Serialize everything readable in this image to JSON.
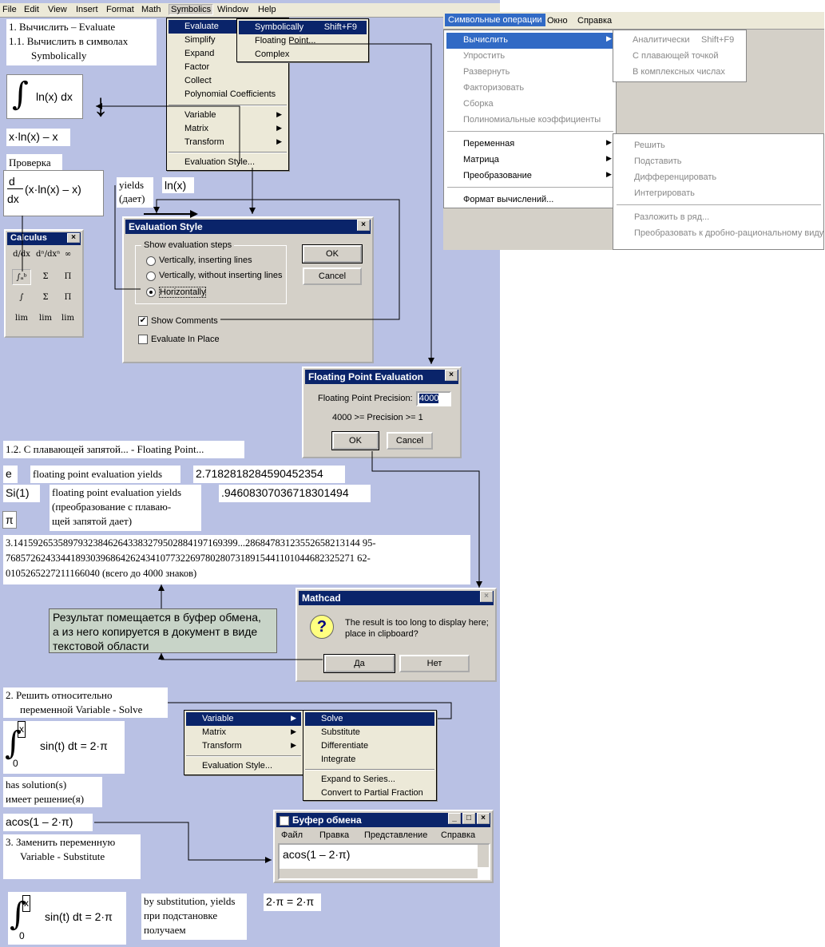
{
  "menubar": {
    "items": [
      "File",
      "Edit",
      "View",
      "Insert",
      "Format",
      "Math",
      "Symbolics",
      "Window",
      "Help"
    ]
  },
  "texts": {
    "h1": "1. Вычислить – Evaluate",
    "h11": "1.1. Вычислить в символах",
    "h11b": "Symbolically",
    "expr1": "ln(x) dx",
    "res1": "x·ln(x) – x",
    "check": "Проверка",
    "deriv": "(x·ln(x) – x)",
    "yields": "yields",
    "yields_ru": "(дает)",
    "lnx": "ln(x)",
    "h12": "1.2. С плавающей запятой... - Floating Point...",
    "e": "e",
    "fpe_yields": "floating point evaluation yields",
    "e_val": "2.7182818284590452354",
    "si": "Si(1)",
    "fpe2": "floating point evaluation yields",
    "fpe2_ru1": "(преобразование с плаваю-",
    "fpe2_ru2": "щей запятой дает)",
    "si_val": ".94608307036718301494",
    "pi": "π",
    "pi1": "3.141592653589793238462643383279502884197169399...28684783123552658213144 95-",
    "pi2": "7685726243344189303968642624341077322697802807318915441101044682325271 62-",
    "pi3": "0105265227211166040 (всего до 4000 знаков)",
    "note1": "Результат помещается в буфер обмена,",
    "note2": "а из него копируется в документ в виде",
    "note3": "текстовой области",
    "h2a": "2. Решить относительно",
    "h2b": "переменной Variable - Solve",
    "solve_expr": "sin(t) dt = 2·π",
    "has_sol": "has solution(s)",
    "has_sol_ru": "имеет решение(я)",
    "acos": "acos(1 – 2·π)",
    "h3a": "3. Заменить переменную",
    "h3b": "Variable - Substitute",
    "subs_expr": "sin(t) dt = 2·π",
    "bysub": "by substitution, yields",
    "bysub_ru1": "при подстановке",
    "bysub_ru2": "получаем",
    "subs_res": "2·π = 2·π",
    "lim_x": "x",
    "lim_0": "0"
  },
  "sym_menu": {
    "items": [
      "Evaluate",
      "Simplify",
      "Expand",
      "Factor",
      "Collect",
      "Polynomial Coefficients",
      "Variable",
      "Matrix",
      "Transform",
      "Evaluation Style..."
    ]
  },
  "eval_sub": {
    "items": [
      "Symbolically",
      "Floating Point...",
      "Complex"
    ],
    "shortcut": "Shift+F9"
  },
  "eval_style": {
    "title": "Evaluation Style",
    "group": "Show evaluation steps",
    "r1": "Vertically, inserting lines",
    "r2": "Vertically, without inserting lines",
    "r3": "Horizontally",
    "ok": "OK",
    "cancel": "Cancel",
    "c1": "Show Comments",
    "c2": "Evaluate In Place"
  },
  "calculus": {
    "title": "Calculus",
    "buttons": [
      "d/dx",
      "dⁿ/dxⁿ",
      "∞",
      "∫ₐᵇ",
      "Σ",
      "Π",
      "∫",
      "Σ",
      "Π",
      "lim",
      "lim",
      "lim"
    ]
  },
  "fp_dlg": {
    "title": "Floating Point Evaluation",
    "label": "Floating Point Precision:",
    "value": "4000",
    "range": "4000 >= Precision >= 1",
    "ok": "OK",
    "cancel": "Cancel"
  },
  "mathcad_dlg": {
    "title": "Mathcad",
    "msg1": "The result is too long to display here;",
    "msg2": "place in clipboard?",
    "yes": "Да",
    "no": "Нет"
  },
  "var_menu": {
    "items": [
      "Variable",
      "Matrix",
      "Transform",
      "Evaluation Style..."
    ]
  },
  "var_sub": {
    "items": [
      "Solve",
      "Substitute",
      "Differentiate",
      "Integrate",
      "Expand to Series...",
      "Convert to Partial Fraction"
    ]
  },
  "clip": {
    "title": "Буфер обмена",
    "menu": [
      "Файл",
      "Правка",
      "Представление",
      "Справка"
    ],
    "content": "acos(1 – 2·π)"
  },
  "ru_menu": {
    "bar": [
      "Символьные операции",
      "Окно",
      "Справка"
    ],
    "items": [
      "Вычислить",
      "Упростить",
      "Развернуть",
      "Факторизовать",
      "Сборка",
      "Полиномиальные коэффициенты",
      "Переменная",
      "Матрица",
      "Преобразование",
      "Формат вычислений..."
    ],
    "sub1": [
      "Аналитически",
      "С плавающей точкой",
      "В комплексных числах"
    ],
    "sub1_shortcut": "Shift+F9",
    "sub2": [
      "Решить",
      "Подставить",
      "Дифференцировать",
      "Интегрировать",
      "Разложить в ряд...",
      "Преобразовать к дробно-рациональному виду"
    ]
  },
  "colors": {
    "workspace": "#b9c1e4",
    "titlebar": "#0a246a",
    "menu_bg": "#ece9d8"
  }
}
